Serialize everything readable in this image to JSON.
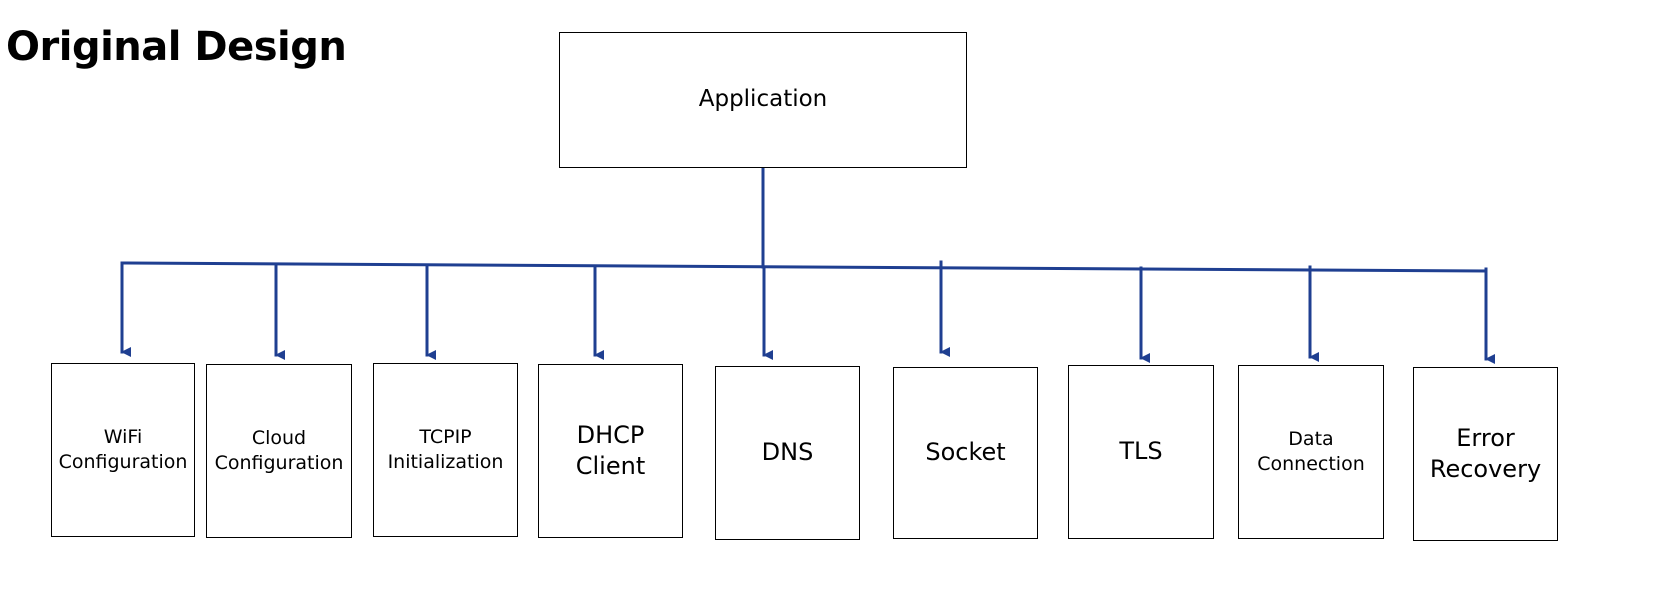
{
  "title": "Original Design",
  "colors": {
    "connector": "#1f3f91",
    "box_border": "#000000"
  },
  "root": {
    "label": "Application"
  },
  "children": [
    {
      "label": "WiFi\nConfiguration"
    },
    {
      "label": "Cloud\nConfiguration"
    },
    {
      "label": "TCPIP\nInitialization"
    },
    {
      "label": "DHCP\nClient"
    },
    {
      "label": "DNS"
    },
    {
      "label": "Socket"
    },
    {
      "label": "TLS"
    },
    {
      "label": "Data\nConnection"
    },
    {
      "label": "Error\nRecovery"
    }
  ]
}
